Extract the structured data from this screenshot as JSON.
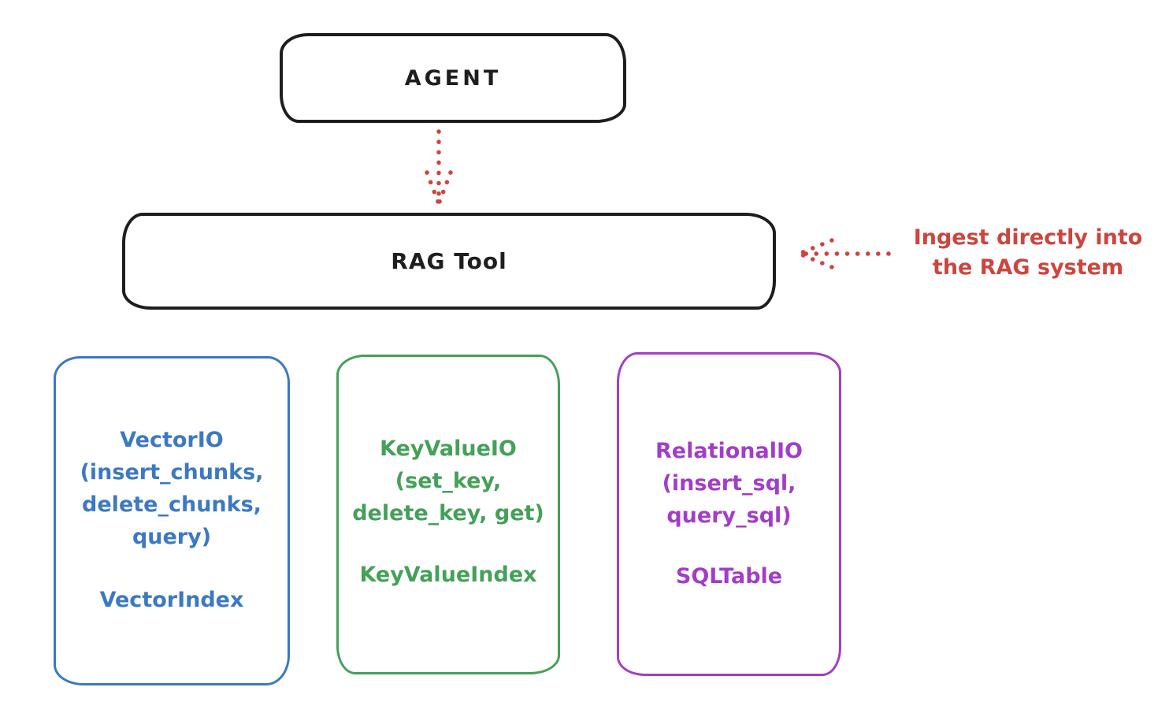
{
  "agent_box": {
    "label": "AGENT"
  },
  "rag_tool_box": {
    "label": "RAG Tool"
  },
  "ingest_annotation": {
    "line1": "Ingest directly into",
    "line2": "the RAG system"
  },
  "vector_box": {
    "title": "VectorIO",
    "params_line1": "(insert_chunks,",
    "params_line2": "delete_chunks,",
    "params_line3": "query)",
    "index_label": "VectorIndex"
  },
  "keyvalue_box": {
    "title": "KeyValueIO",
    "params_line1": "(set_key,",
    "params_line2": "delete_key, get)",
    "index_label": "KeyValueIndex"
  },
  "relational_box": {
    "title": "RelationalIO",
    "params_line1": "(insert_sql,",
    "params_line2": "query_sql)",
    "index_label": "SQLTable"
  },
  "colors": {
    "stroke_black": "#1e1e1e",
    "accent_red": "#cc453e",
    "vector_blue": "#3b79c2",
    "keyvalue_green": "#45a058",
    "relational_purple": "#a33dc8"
  }
}
